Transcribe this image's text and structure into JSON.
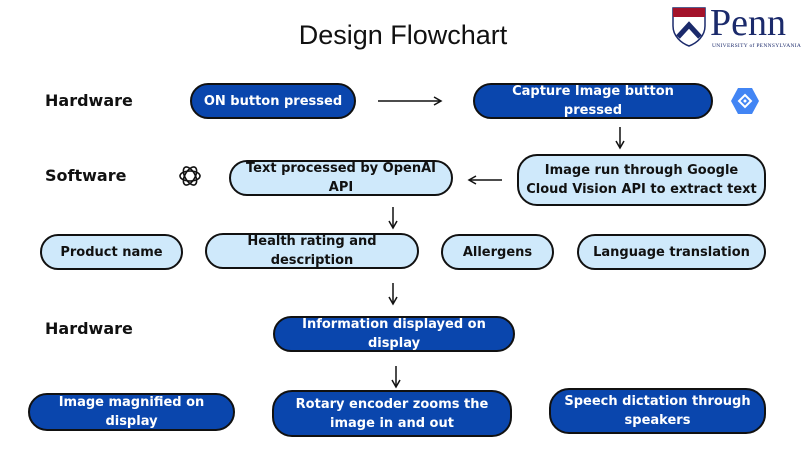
{
  "title": "Design Flowchart",
  "logo": {
    "name": "Penn",
    "subtitle": "UNIVERSITY of PENNSYLVANIA"
  },
  "colors": {
    "dark_box": "#0a46ad",
    "light_box": "#cfe9fb"
  },
  "sections": [
    "Hardware",
    "Software",
    "Hardware"
  ],
  "nodes": {
    "on_button": "ON button pressed",
    "capture": "Capture Image button pressed",
    "vision": "Image run through Google Cloud Vision API to extract text",
    "openai": "Text processed by OpenAI API",
    "product": "Product name",
    "health": "Health rating and description",
    "allergens": "Allergens",
    "language": "Language translation",
    "info": "Information displayed on display",
    "magnified": "Image magnified on display",
    "rotary": "Rotary encoder zooms the image in and out",
    "speech": "Speech dictation through speakers"
  },
  "icons": [
    "google-cloud-vision-icon",
    "openai-icon",
    "penn-shield-icon"
  ]
}
